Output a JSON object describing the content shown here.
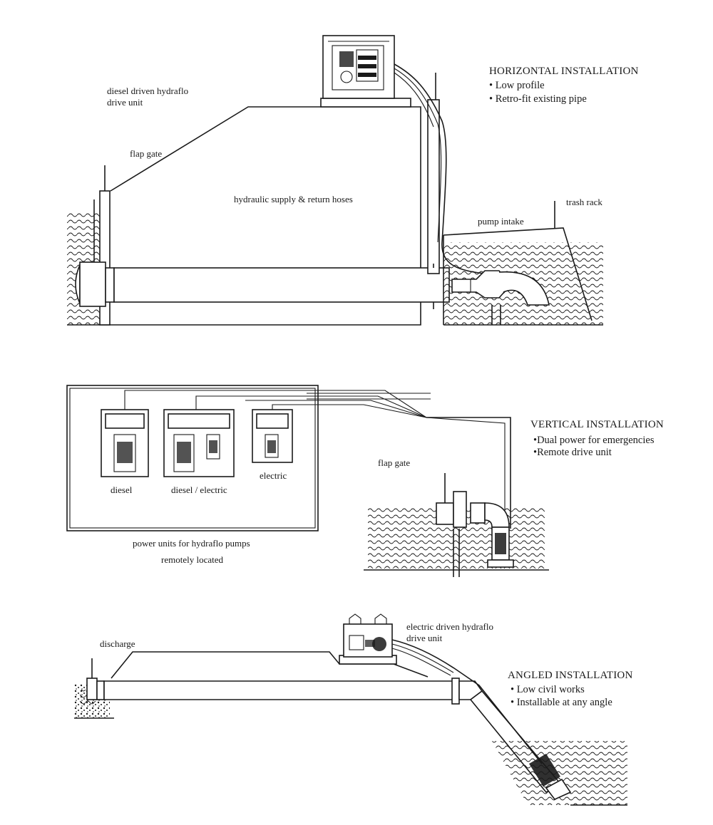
{
  "horizontal": {
    "title": "HORIZONTAL INSTALLATION",
    "bullets": [
      "• Low profile",
      "• Retro-fit existing pipe"
    ],
    "labels": {
      "drive_unit_1": "diesel driven hydraflo",
      "drive_unit_2": "drive unit",
      "flap_gate": "flap gate",
      "hoses": "hydraulic supply & return hoses",
      "pump_intake": "pump intake",
      "trash_rack": "trash rack"
    }
  },
  "vertical": {
    "title": "VERTICAL INSTALLATION",
    "bullets": [
      "•Dual power for emergencies",
      "•Remote drive unit"
    ],
    "labels": {
      "flap_gate": "flap gate",
      "diesel": "diesel",
      "diesel_electric": "diesel / electric",
      "electric": "electric",
      "power_units_1": "power units for hydraflo pumps",
      "power_units_2": "remotely located"
    }
  },
  "angled": {
    "title": "ANGLED INSTALLATION",
    "bullets": [
      "• Low civil works",
      "• Installable at any angle"
    ],
    "labels": {
      "discharge": "discharge",
      "drive_unit_1": "electric driven hydraflo",
      "drive_unit_2": "drive unit"
    }
  }
}
